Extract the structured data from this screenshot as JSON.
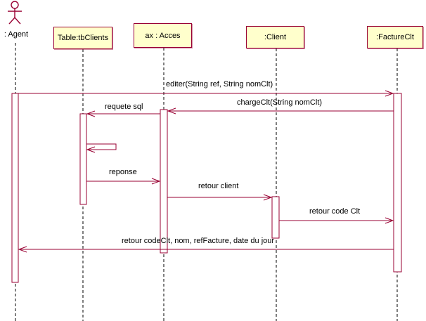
{
  "diagram_type": "uml-sequence-diagram",
  "actor": {
    "label": ": Agent"
  },
  "objects": [
    {
      "label": "Table:tbClients"
    },
    {
      "label": "ax : Acces"
    },
    {
      "label": ":Client"
    },
    {
      "label": ":FactureClt"
    }
  ],
  "messages": [
    {
      "label": "editer(String ref, String nomClt)",
      "from": ": Agent",
      "to": ":FactureClt",
      "direction": "right"
    },
    {
      "label": "chargeClt(String nomClt)",
      "from": ":FactureClt",
      "to": "ax : Acces",
      "direction": "left"
    },
    {
      "label": "requete sql",
      "from": "ax : Acces",
      "to": "Table:tbClients",
      "direction": "left"
    },
    {
      "label": "",
      "from": "Table:tbClients",
      "to": "Table:tbClients",
      "direction": "self"
    },
    {
      "label": "reponse",
      "from": "Table:tbClients",
      "to": "ax : Acces",
      "direction": "right"
    },
    {
      "label": "retour client",
      "from": "ax : Acces",
      "to": ":Client",
      "direction": "right"
    },
    {
      "label": "retour code Clt",
      "from": ":Client",
      "to": ":FactureClt",
      "direction": "right"
    },
    {
      "label": "retour codeClt, nom, refFacture, date du jour",
      "from": ":FactureClt",
      "to": ": Agent",
      "direction": "left"
    }
  ],
  "colors": {
    "stroke": "#990033",
    "box_fill": "#ffffcc",
    "lifeline": "#000000",
    "background": "#ffffff"
  }
}
